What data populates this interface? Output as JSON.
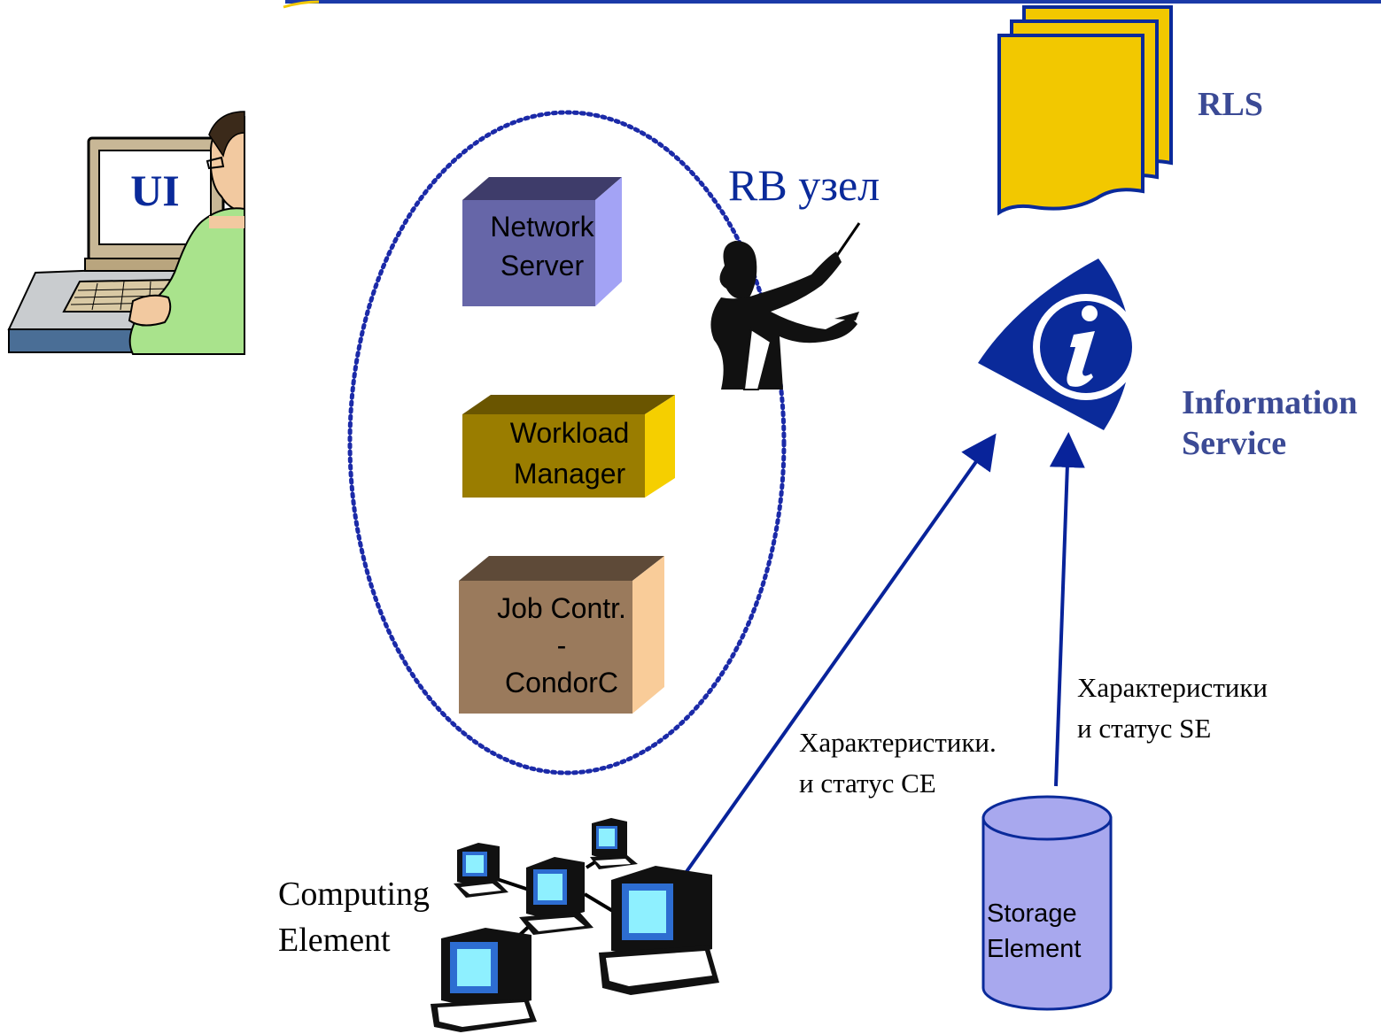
{
  "ui_label": "UI",
  "rb_node_label": "RB узел",
  "rls_label": "RLS",
  "info_service": {
    "line1": "Information",
    "line2": "Service"
  },
  "info_icon_letter": "i",
  "rb_components": {
    "network_server": {
      "line1": "Network",
      "line2": "Server"
    },
    "workload_manager": {
      "line1": "Workload",
      "line2": "Manager"
    },
    "job_controller": {
      "line1": "Job Contr.",
      "line2": "-",
      "line3": "CondorC"
    }
  },
  "ce_status": {
    "line1": "Характеристики.",
    "line2": "и статус CE"
  },
  "se_status": {
    "line1": "Характеристики",
    "line2": "и статус SE"
  },
  "computing_element": {
    "line1": "Computing",
    "line2": "Element"
  },
  "storage_element": {
    "line1": "Storage",
    "line2": "Element"
  },
  "colors": {
    "navy": "#0a2a9a",
    "arrow": "#08239a",
    "label_blue": "#3b4a95",
    "network_server": "#6666a8",
    "workload_manager": "#9a7d00",
    "job_controller": "#9a7a5c",
    "rls_yellow": "#f2c800",
    "storage_fill": "#a8a8ee"
  },
  "icons": [
    "user-at-computer-icon",
    "conductor-icon",
    "document-stack-icon",
    "info-eye-icon",
    "network-computers-icon",
    "database-cylinder-icon"
  ]
}
